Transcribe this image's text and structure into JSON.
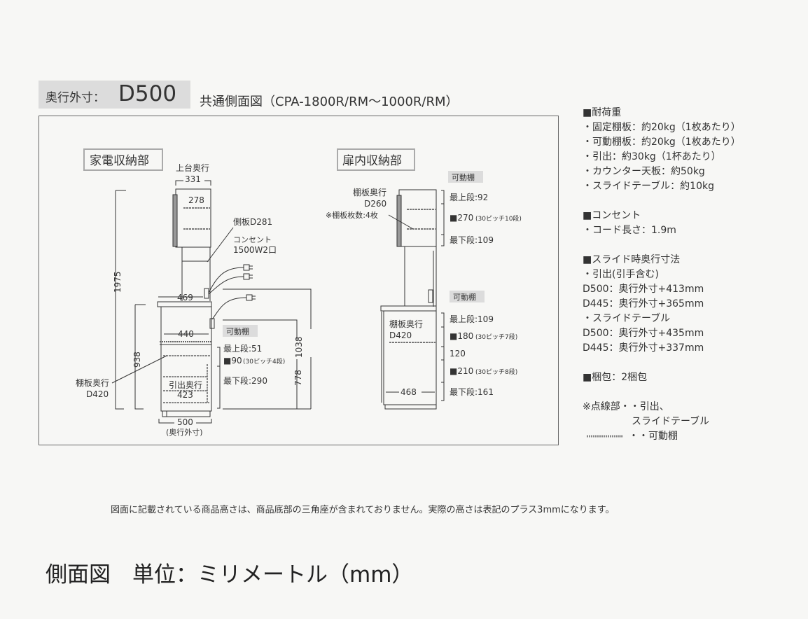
{
  "header": {
    "label": "奥行外寸：",
    "depth": "D500",
    "subtitle": "共通側面図（CPA-1800R/RM〜1000R/RM）"
  },
  "left": {
    "title": "家電収納部",
    "top_depth_label": "上台奥行",
    "top_depth": "331",
    "inner_top": "278",
    "side_panel": "側板D281",
    "outlet": "コンセント",
    "outlet_spec": "1500W2口",
    "h_total": "1975",
    "d_469": "469",
    "d_440": "440",
    "h_938": "938",
    "h_1038": "1038",
    "h_778": "778",
    "movable": "可動棚",
    "top_step": "最上段:51",
    "pitch": "■90",
    "pitch_note": "(30ピッチ4段)",
    "bottom_step": "最下段:290",
    "shelf_depth_label": "棚板奥行",
    "shelf_depth": "D420",
    "drawer_depth_label": "引出奥行",
    "drawer_depth": "423",
    "outer": "500",
    "outer_label": "(奥行外寸)"
  },
  "right": {
    "title": "扉内収納部",
    "movable_upper": "可動棚",
    "shelf_depth_label": "棚板奥行",
    "shelf_depth_upper": "D260",
    "shelf_count": "※棚板枚数:4枚",
    "u_top": "最上段:92",
    "u_pitch": "■270",
    "u_pitch_note": "(30ピッチ10段)",
    "u_bottom": "最下段:109",
    "movable_lower": "可動棚",
    "shelf_depth_lower": "D420",
    "l_top": "最上段:109",
    "l_pitch1": "■180",
    "l_pitch1_note": "(30ピッチ7段)",
    "l_mid": "120",
    "l_pitch2": "■210",
    "l_pitch2_note": "(30ピッチ8段)",
    "l_bottom": "最下段:161",
    "width": "468"
  },
  "notes": [
    "■耐荷重",
    "・固定棚板：約20kg（1枚あたり）",
    "・可動棚板：約20kg（1枚あたり）",
    "・引出：約30kg（1杯あたり）",
    "・カウンター天板：約50kg",
    "・スライドテーブル：約10kg",
    "",
    "■コンセント",
    "・コード長さ：1.9m",
    "",
    "■スライド時奥行寸法",
    "・引出(引手含む)",
    "D500：奥行外寸+413mm",
    "D445：奥行外寸+365mm",
    "・スライドテーブル",
    "D500：奥行外寸+435mm",
    "D445：奥行外寸+337mm",
    "",
    "■梱包：2梱包",
    "",
    "※点線部・・引出、",
    "　　　　　スライドテーブル",
    "・・可動棚"
  ],
  "footnote": "図面に記載されている商品高さは、商品底部の三角座が含まれておりません。実際の高さは表記のプラス3mmになります。",
  "footer": "側面図　単位：ミリメートル（mm）"
}
